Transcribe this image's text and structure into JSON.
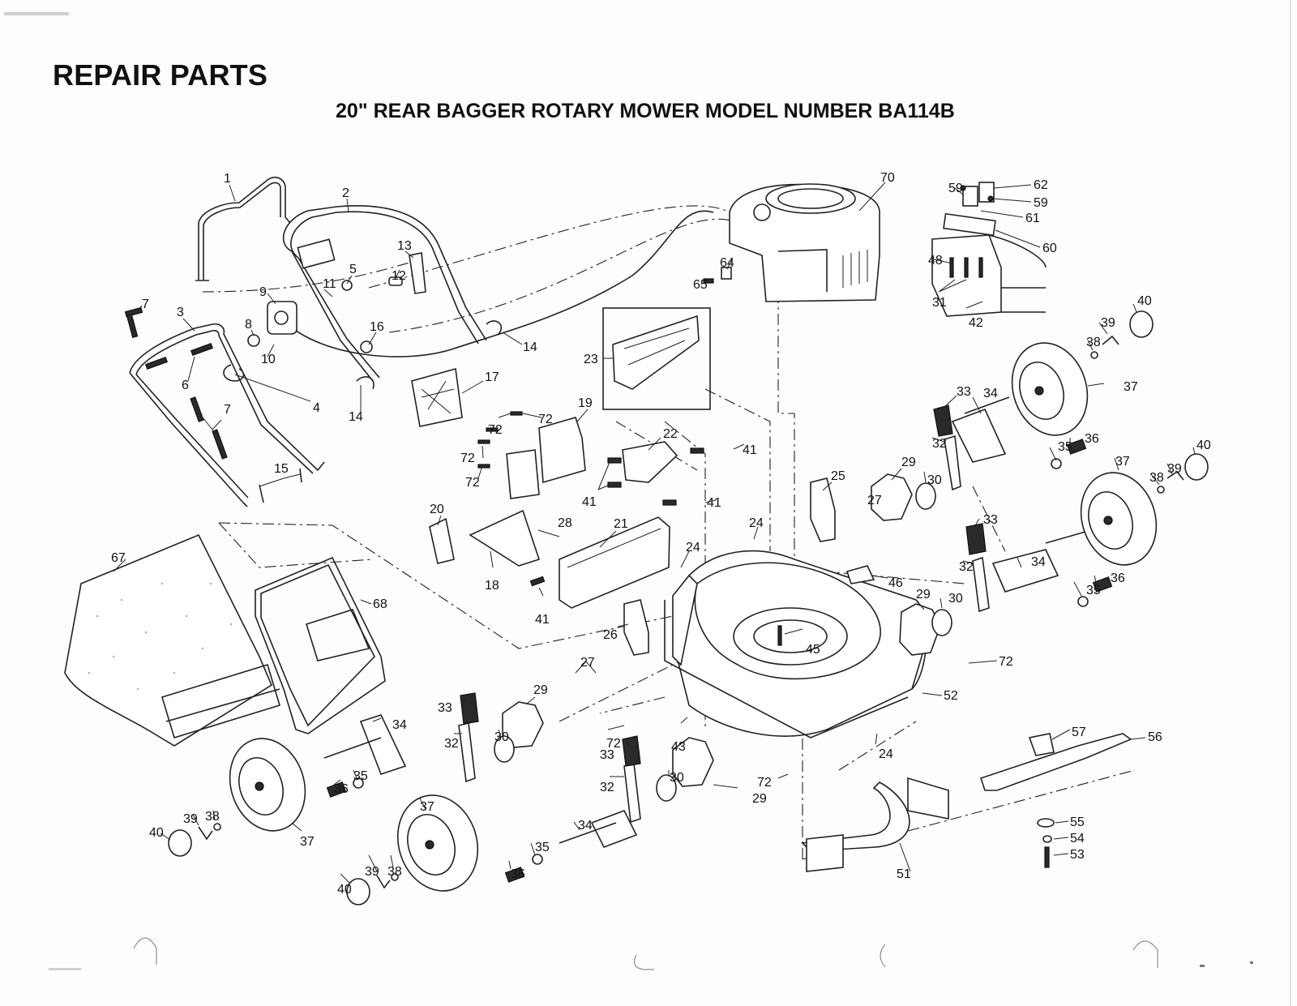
{
  "document": {
    "heading": "REPAIR PARTS",
    "diagram_title": "20\" REAR BAGGER ROTARY MOWER MODEL NUMBER BA114B"
  },
  "callouts": {
    "c1": "1",
    "c2": "2",
    "c3": "3",
    "c4": "4",
    "c5": "5",
    "c6": "6",
    "c7a": "7",
    "c7b": "7",
    "c8": "8",
    "c9": "9",
    "c10": "10",
    "c11": "11",
    "c12": "12",
    "c13": "13",
    "c14a": "14",
    "c14b": "14",
    "c15": "15",
    "c16": "16",
    "c17": "17",
    "c18": "18",
    "c19": "19",
    "c20": "20",
    "c21": "21",
    "c22": "22",
    "c23": "23",
    "c24a": "24",
    "c24b": "24",
    "c24c": "24",
    "c25": "25",
    "c26": "26",
    "c27a": "27",
    "c27b": "27",
    "c28": "28",
    "c29a": "29",
    "c29b": "29",
    "c29c": "29",
    "c29d": "29",
    "c30a": "30",
    "c30b": "30",
    "c30c": "30",
    "c30d": "30",
    "c31": "31",
    "c32a": "32",
    "c32b": "32",
    "c32c": "32",
    "c32d": "32",
    "c33a": "33",
    "c33b": "33",
    "c33c": "33",
    "c33d": "33",
    "c34a": "34",
    "c34b": "34",
    "c34c": "34",
    "c34d": "34",
    "c35a": "35",
    "c35b": "35",
    "c35c": "35",
    "c35d": "35",
    "c36a": "36",
    "c36b": "36",
    "c36c": "36",
    "c36d": "36",
    "c37a": "37",
    "c37b": "37",
    "c37c": "37",
    "c37d": "37",
    "c38a": "38",
    "c38b": "38",
    "c38c": "38",
    "c38d": "38",
    "c39a": "39",
    "c39b": "39",
    "c39c": "39",
    "c39d": "39",
    "c40a": "40",
    "c40b": "40",
    "c40c": "40",
    "c40d": "40",
    "c41a": "41",
    "c41b": "41",
    "c41c": "41",
    "c41d": "41",
    "c42": "42",
    "c43": "43",
    "c45": "45",
    "c46": "46",
    "c48": "48",
    "c51": "51",
    "c52": "52",
    "c53": "53",
    "c54": "54",
    "c55": "55",
    "c56": "56",
    "c57": "57",
    "c59a": "59",
    "c59b": "59",
    "c60": "60",
    "c61": "61",
    "c62": "62",
    "c64": "64",
    "c65": "65",
    "c67": "67",
    "c68": "68",
    "c70": "70",
    "c72a": "72",
    "c72b": "72",
    "c72c": "72",
    "c72d": "72",
    "c72e": "72",
    "c72f": "72",
    "c72g": "72"
  },
  "icons": {
    "illustration": "exploded-parts-diagram"
  }
}
